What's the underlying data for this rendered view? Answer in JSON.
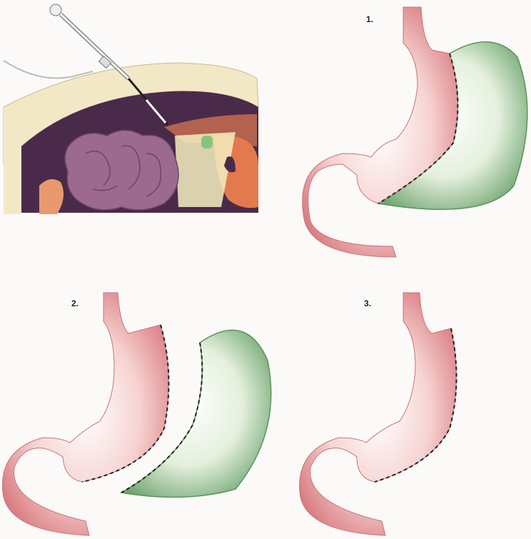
{
  "steps": [
    {
      "label": "1."
    },
    {
      "label": "2."
    },
    {
      "label": "3."
    }
  ],
  "colors": {
    "background": "#fbfaf8",
    "stomach_pink": "#e89c9c",
    "stomach_pink_dark": "#c96f75",
    "removed_green": "#7fb27f",
    "removed_green_light": "#e7f2e2",
    "abdominal_wall": "#f3e8c6",
    "cavity": "#4a2a4a",
    "intestine": "#9b6a8e",
    "liver": "#b2624e",
    "organ_orange": "#e37a4e",
    "trocar": "#ffffff"
  },
  "icons": [
    "laparoscope-icon",
    "dashed-cut-line"
  ]
}
